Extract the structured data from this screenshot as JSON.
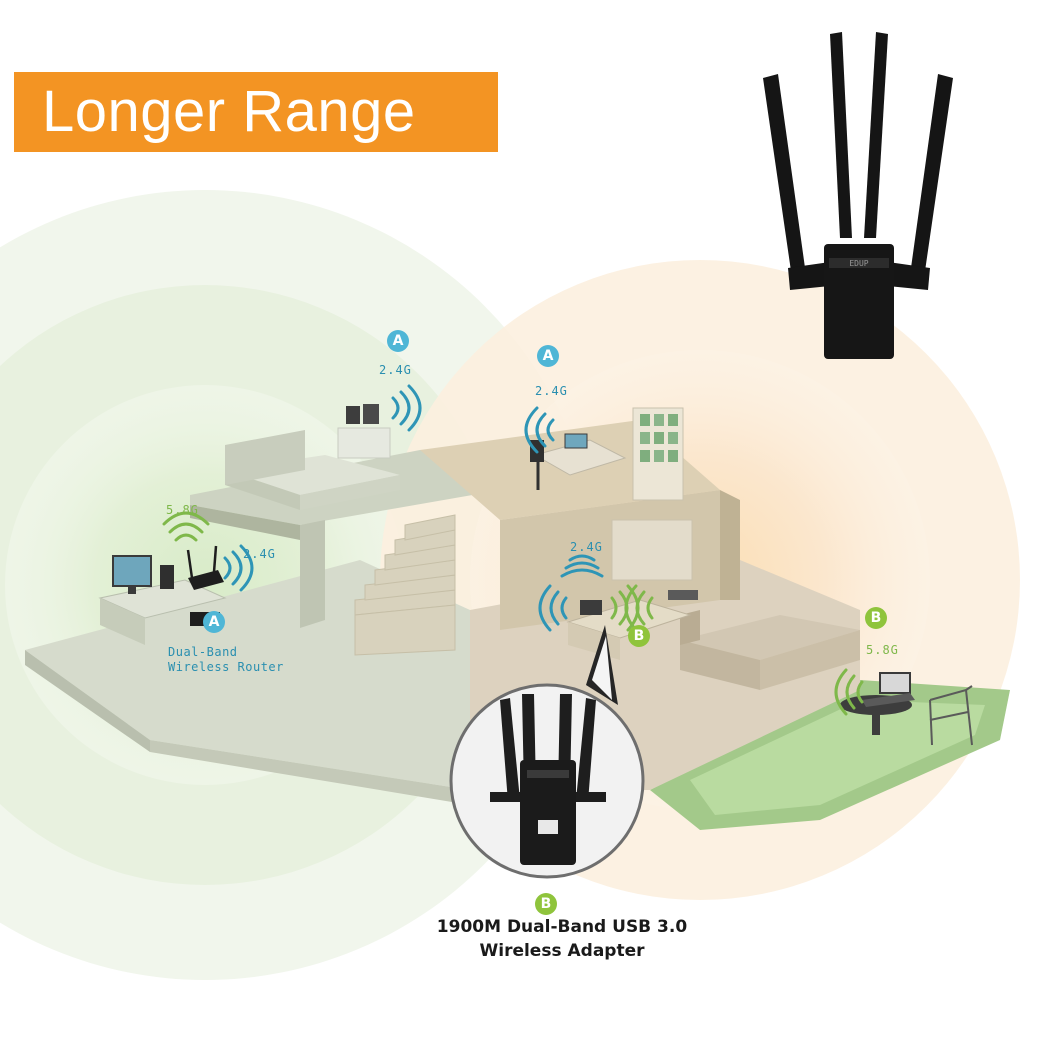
{
  "title": "Longer Range",
  "badges": {
    "router": "A",
    "adapter": "B"
  },
  "bands": {
    "g24": "2.4G",
    "g58": "5.8G"
  },
  "router_label": [
    "Dual-Band",
    "Wireless Router"
  ],
  "product_caption": [
    "1900M Dual-Band USB 3.0",
    "Wireless Adapter"
  ],
  "colors": {
    "banner": "#f39423",
    "router_zone": "#e7f1de",
    "adapter_zone": "#fbe8cf",
    "badge_a": "#4fb6d6",
    "badge_b": "#8fc43c",
    "device": "#1e1e1e"
  },
  "icons": [
    "wifi-signal-icon",
    "antenna-icon",
    "usb-adapter-icon",
    "router-icon",
    "laptop-icon",
    "desktop-computer-icon"
  ]
}
